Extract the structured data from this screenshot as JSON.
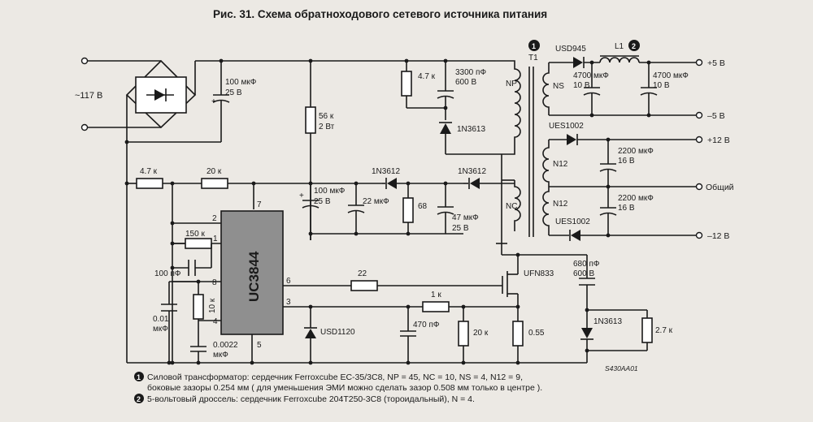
{
  "title": "Рис. 31. Схема обратноходового сетевого источника питания",
  "ac_input": "~117 В",
  "markers": {
    "m1": "❶",
    "m2": "❷"
  },
  "parts": {
    "c_bulk": "100 мкФ",
    "c_bulk_v": "25 В",
    "r56": "56 к",
    "r56_w": "2 Вт",
    "r47_snub": "4.7 к",
    "c3300": "3300 пФ",
    "c3300_v": "600 В",
    "d1n3613_a": "1N3613",
    "t1": "T1",
    "np": "NP",
    "ns": "NS",
    "nc": "NC",
    "n12a": "N12",
    "n12b": "N12",
    "d_usd945": "USD945",
    "l1": "L1",
    "c4700a": "4700 мкФ",
    "c4700a_v": "10 В",
    "c4700b": "4700 мкФ",
    "c4700b_v": "10 В",
    "out_p5": "+5 В",
    "out_m5": "–5 В",
    "d_ues1002a": "UES1002",
    "c2200a": "2200 мкФ",
    "c2200a_v": "16 В",
    "c2200b": "2200 мкФ",
    "c2200b_v": "16 В",
    "out_p12": "+12 В",
    "out_com": "Общий",
    "out_m12": "–12 В",
    "d_ues1002b": "UES1002",
    "r47_in": "4.7 к",
    "r20k_a": "20 к",
    "c100u_vcc": "100 мкФ",
    "c100u_vcc_v": "25 В",
    "d1n3612_a": "1N3612",
    "d1n3612_b": "1N3612",
    "c22u": "22 мкФ",
    "r68": "68",
    "c47u": "47 мкФ",
    "c47u_v": "25 В",
    "ic": "UC3844",
    "pin7": "7",
    "pin2": "2",
    "pin1": "1",
    "pin8": "8",
    "pin4": "4",
    "pin6": "6",
    "pin3": "3",
    "pin5": "5",
    "r150k": "150 к",
    "c100p": "100 пФ",
    "r10k": "10 к",
    "c001": "0.01",
    "c001_u": "мкФ",
    "c0022": "0.0022",
    "c0022_u": "мкФ",
    "r22": "22",
    "q_ufn833": "UFN833",
    "c680p": "680 пФ",
    "c680p_v": "600 В",
    "d1n3613_b": "1N3613",
    "r27k": "2.7 к",
    "r1k": "1 к",
    "c470p": "470 пФ",
    "r20k_b": "20 к",
    "r055": "0.55",
    "d_usd1120": "USD1120",
    "fig_code": "S430AA01"
  },
  "notes": [
    {
      "mark": "❶",
      "lines": [
        "Силовой трансформатор: сердечник Ferroxcube EC-35/3C8, NP = 45, NC = 10, NS = 4, N12 = 9,",
        "боковые зазоры 0.254 мм ( для уменьшения ЭМИ можно сделать зазор 0.508 мм только в центре )."
      ]
    },
    {
      "mark": "❷",
      "lines": [
        "5-вольтовый дроссель: сердечник Ferroxcube 204T250-3C8 (тороидальный), N = 4."
      ]
    }
  ]
}
